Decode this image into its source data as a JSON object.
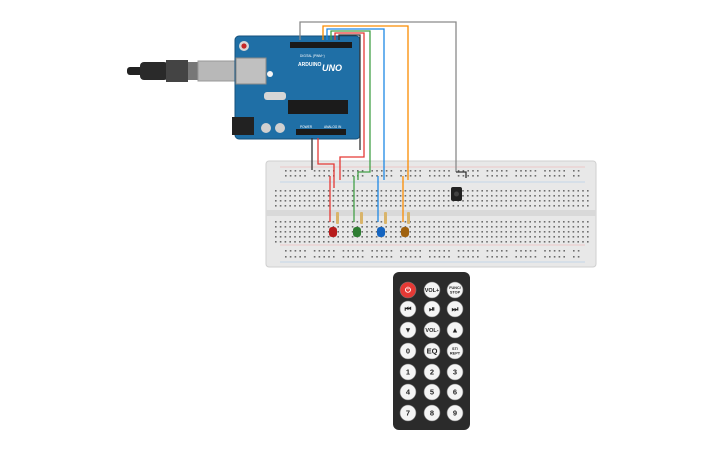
{
  "arduino": {
    "brand": "ARDUINO",
    "model": "UNO",
    "header_digital": "DIGITAL (PWM~)",
    "header_power": "POWER",
    "header_analog": "ANALOG IN"
  },
  "remote": {
    "buttons": [
      {
        "name": "power-button",
        "label": "⏻",
        "color": "#e53935",
        "text_color": "#ffffff"
      },
      {
        "name": "vol-up-button",
        "label": "VOL+"
      },
      {
        "name": "func-stop-button",
        "label": "FUNC/ STOP"
      },
      {
        "name": "rewind-button",
        "label": "⏮"
      },
      {
        "name": "play-pause-button",
        "label": "⏯"
      },
      {
        "name": "fast-forward-button",
        "label": "⏭"
      },
      {
        "name": "down-button",
        "label": "▼"
      },
      {
        "name": "vol-down-button",
        "label": "VOL-"
      },
      {
        "name": "up-button",
        "label": "▲"
      },
      {
        "name": "zero-button",
        "label": "0"
      },
      {
        "name": "eq-button",
        "label": "EQ"
      },
      {
        "name": "st-rept-button",
        "label": "ST/ REPT"
      },
      {
        "name": "one-button",
        "label": "1"
      },
      {
        "name": "two-button",
        "label": "2"
      },
      {
        "name": "three-button",
        "label": "3"
      },
      {
        "name": "four-button",
        "label": "4"
      },
      {
        "name": "five-button",
        "label": "5"
      },
      {
        "name": "six-button",
        "label": "6"
      },
      {
        "name": "seven-button",
        "label": "7"
      },
      {
        "name": "eight-button",
        "label": "8"
      },
      {
        "name": "nine-button",
        "label": "9"
      }
    ]
  },
  "colors": {
    "board_blue": "#1f6fa6",
    "breadboard": "#e8e8e8",
    "wire_red": "#e53935",
    "wire_green": "#43a047",
    "wire_blue": "#1e88e5",
    "wire_orange": "#fb8c00",
    "wire_black": "#333333",
    "wire_gray": "#8a8a8a",
    "led_red": "#b71c1c",
    "led_green": "#2e7d32",
    "led_blue": "#1565c0",
    "led_orange": "#a0620f",
    "remote_body": "#2b2b2b"
  }
}
